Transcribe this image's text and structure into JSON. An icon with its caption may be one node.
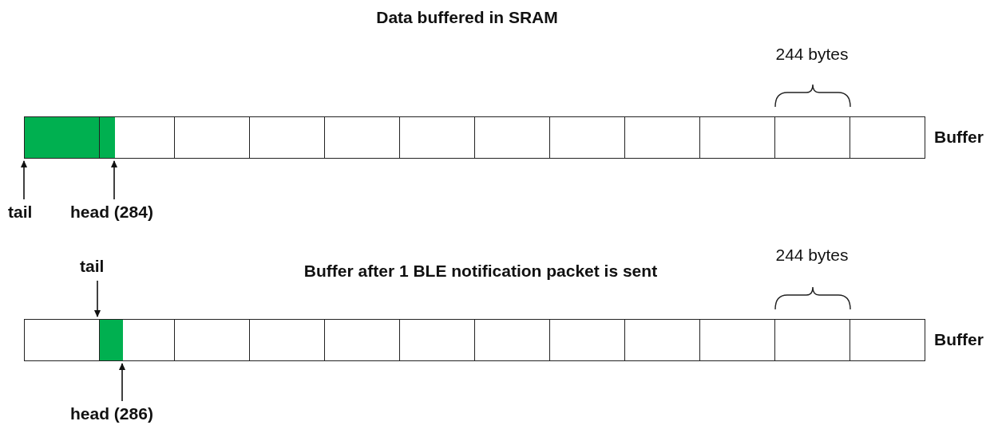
{
  "diagram": {
    "nodes": [
      {
        "text": [],
        "shape": "bar",
        "beside": [
          "Buffer"
        ]
      },
      {
        "text": [
          "tail"
        ]
      },
      {
        "text": [
          "head (284)"
        ]
      },
      {
        "text": [],
        "shape": "bar",
        "beside": [
          "Buffer"
        ]
      },
      {
        "text": [
          "tail"
        ]
      },
      {
        "text": [
          "head (286)"
        ]
      }
    ],
    "edges": [
      {
        "from": 1,
        "to": 0,
        "arrow": "to"
      },
      {
        "from": 2,
        "to": 0,
        "arrow": "to"
      },
      {
        "from": 4,
        "to": 3,
        "arrow": "to"
      },
      {
        "from": 5,
        "to": 3,
        "arrow": "to"
      }
    ],
    "labels": [
      "Data buffered in SRAM",
      "244 bytes",
      "Buffer after 1 BLE notification packet is sent",
      "244 bytes"
    ]
  }
}
